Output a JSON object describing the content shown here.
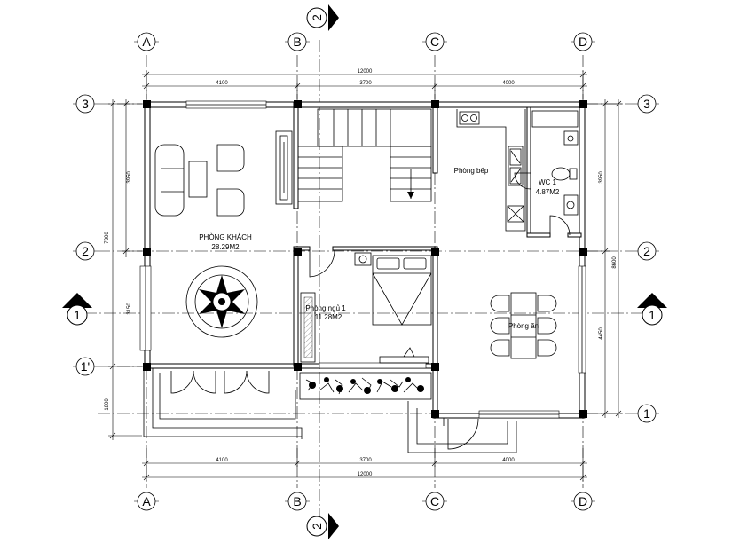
{
  "plan": {
    "grid_columns": [
      "A",
      "B",
      "C",
      "D"
    ],
    "grid_rows": [
      "3",
      "2",
      "1'",
      "1"
    ],
    "section_marks": {
      "vertical": "2",
      "horizontal": "1"
    },
    "dims_top": {
      "total": "12000",
      "segments": [
        "4100",
        "3700",
        "4000"
      ]
    },
    "dims_bottom": {
      "total": "12000",
      "segments": [
        "4100",
        "3700",
        "4000"
      ]
    },
    "dims_left": {
      "total": "7300",
      "segments": [
        "3950",
        "3150",
        "1800"
      ]
    },
    "dims_right": {
      "total": "8600",
      "segments": [
        "3950",
        "4450"
      ]
    },
    "rooms": {
      "living_name": "PHÒNG KHÁCH",
      "living_area": "28.29M2",
      "kitchen_name": "Phòng bếp",
      "wc_name": "WC 1",
      "wc_area": "4.87M2",
      "bedroom_name": "Phòng ngủ 1",
      "bedroom_area": "11.28M2",
      "dining_name": "Phòng ăn"
    }
  }
}
